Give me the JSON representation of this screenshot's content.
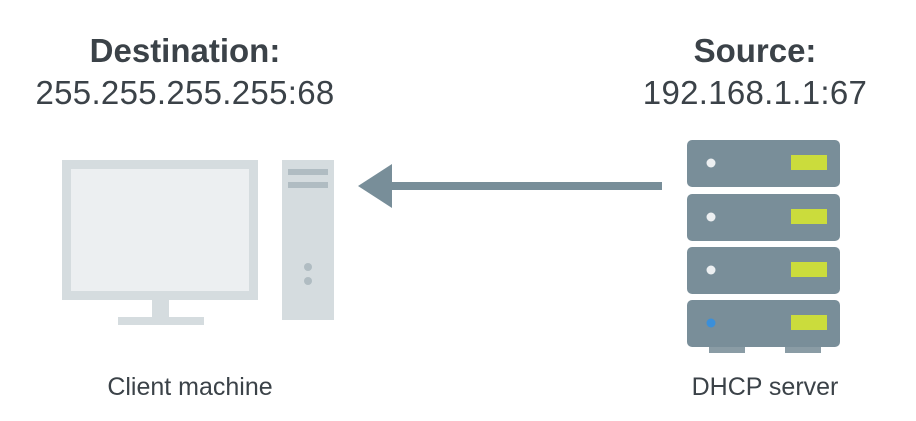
{
  "destination": {
    "heading": "Destination:",
    "address": "255.255.255.255:68"
  },
  "source": {
    "heading": "Source:",
    "address": "192.168.1.1:67"
  },
  "nodes": {
    "client": {
      "label": "Client machine",
      "icon": "desktop-computer-icon"
    },
    "server": {
      "label": "DHCP server",
      "icon": "server-rack-icon"
    }
  },
  "arrow": {
    "direction": "server-to-client",
    "color": "#788e99"
  },
  "colors": {
    "monitor_frame": "#d5dcdf",
    "monitor_screen": "#eceff1",
    "server_body": "#798e99",
    "server_light": "#cbdc3c",
    "status_led_blue": "#3b8fd9",
    "text": "#3b4248"
  }
}
